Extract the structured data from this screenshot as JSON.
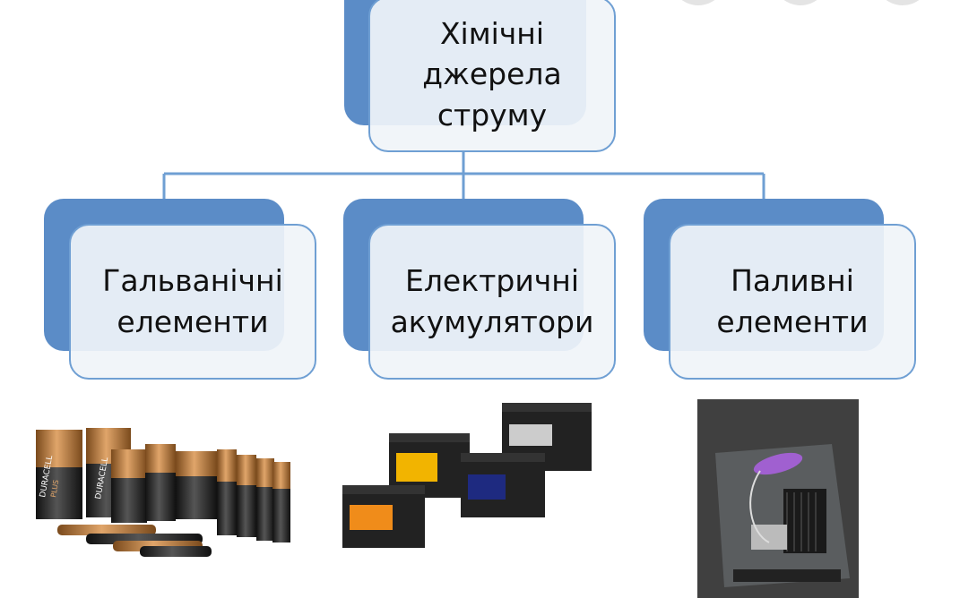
{
  "diagram": {
    "root": {
      "label": "Хімічні\nджерела\nструму"
    },
    "children": [
      {
        "label": "Гальванічні\nелементи",
        "image_icon": "duracell-batteries-photo"
      },
      {
        "label": "Електричні\nакумулятори",
        "image_icon": "car-accumulators-photo"
      },
      {
        "label": "Паливні\nелементи",
        "image_icon": "fuel-cell-photo"
      }
    ]
  },
  "photos": {
    "battery_brand": "DURACELL",
    "battery_sub": "PLUS"
  },
  "colors": {
    "accent": "#5b8cc7",
    "node_border": "#6f9fd3",
    "node_fill": "#f0f4f9",
    "connector": "#6f9fd3"
  }
}
